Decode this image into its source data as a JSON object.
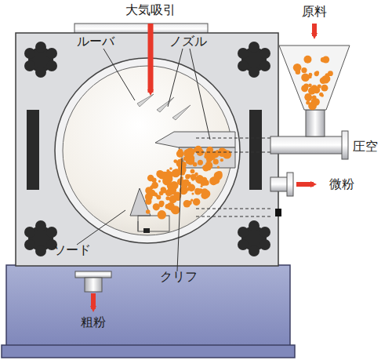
{
  "diagram": {
    "labels": [
      "大気吸引",
      "ルーバ",
      "ノズル",
      "原料",
      "圧空",
      "微粉",
      "ソード",
      "クリフ",
      "粗粉"
    ]
  }
}
